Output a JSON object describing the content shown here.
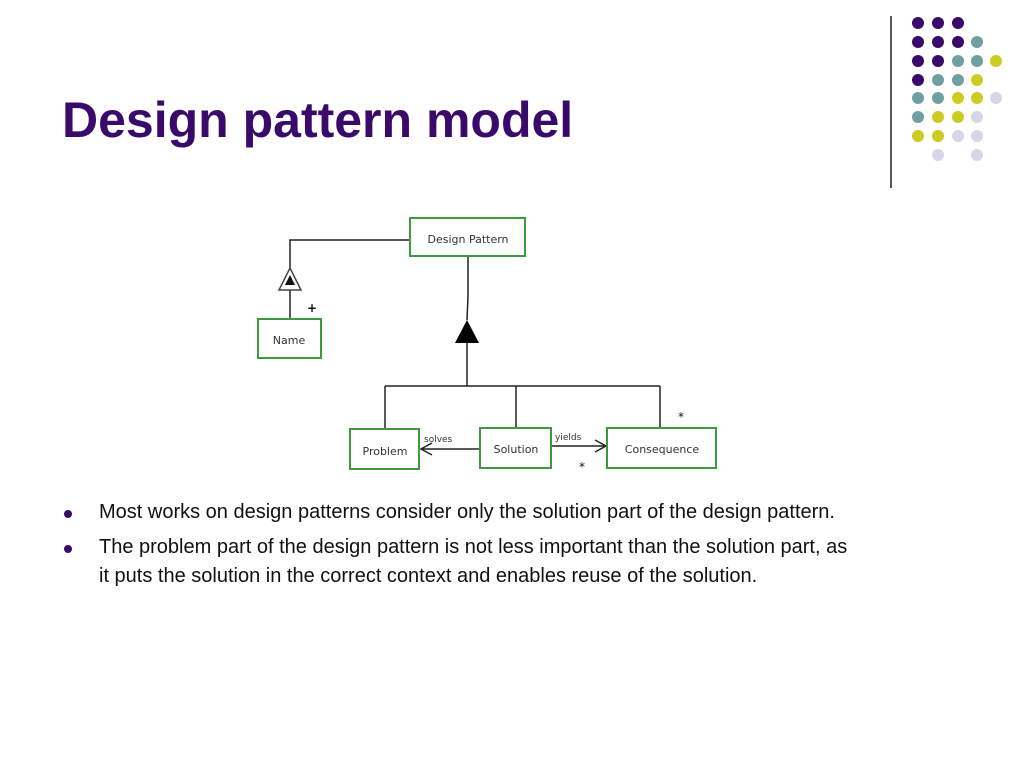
{
  "slide": {
    "title": "Design pattern model"
  },
  "diagram": {
    "boxes": {
      "design_pattern": "Design Pattern",
      "name": "Name",
      "problem": "Problem",
      "solution": "Solution",
      "consequence": "Consequence"
    },
    "edge_labels": {
      "solves": "solves",
      "yields": "yields"
    },
    "multiplicities": {
      "name": "+",
      "consequence_top": "*",
      "consequence_bottom": "*"
    }
  },
  "bullets": [
    "Most works on design patterns consider only the solution part of the design pattern.",
    "The problem part of the design pattern is not less important than the solution part, as it puts the solution in the correct context and enables reuse of the solution."
  ],
  "colors": {
    "title": "#3a0a6a",
    "box_border": "#3f9a3f",
    "dot_purple": "#3a0a6a",
    "dot_teal": "#6f9fa0",
    "dot_yellow": "#cccc22",
    "dot_lavender": "#d6d6e6"
  }
}
